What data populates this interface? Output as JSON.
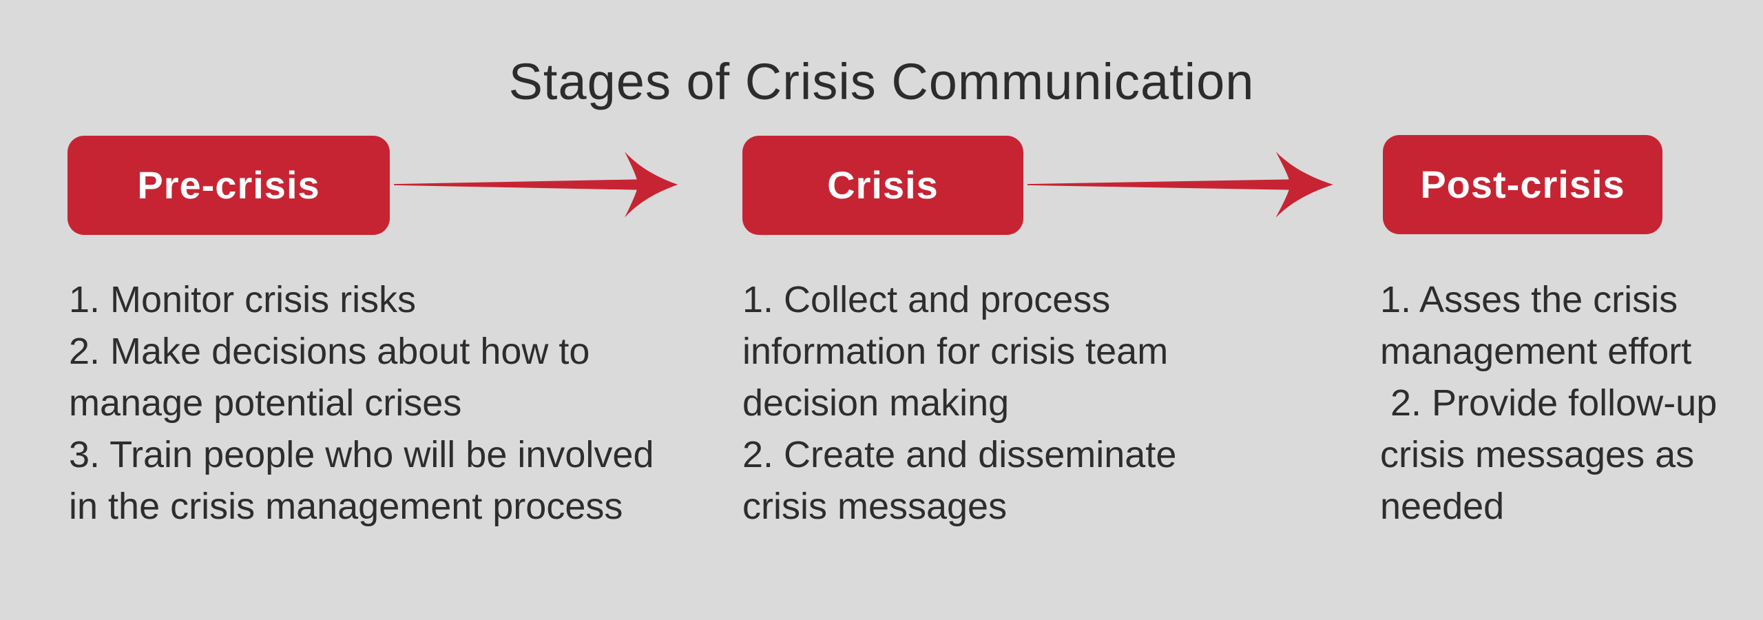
{
  "title": "Stages of Crisis Communication",
  "colors": {
    "background": "#DADADA",
    "accent_red": "#C72433",
    "title_text": "#2C2C2C",
    "body_text": "#2D2D2D",
    "box_label_text": "#FFFFFF"
  },
  "stages": [
    {
      "label": "Pre-crisis",
      "lines": [
        "1. Monitor crisis risks",
        "2. Make decisions about how to",
        "manage potential crises",
        "3. Train people who will be involved",
        "in the crisis management process"
      ]
    },
    {
      "label": "Crisis",
      "lines": [
        "1. Collect and process",
        "information for crisis team",
        "decision making",
        "2. Create and disseminate",
        "crisis messages"
      ]
    },
    {
      "label": "Post-crisis",
      "lines": [
        "1. Asses the crisis",
        "management effort",
        " 2. Provide follow-up",
        "crisis messages as",
        "needed"
      ]
    }
  ]
}
